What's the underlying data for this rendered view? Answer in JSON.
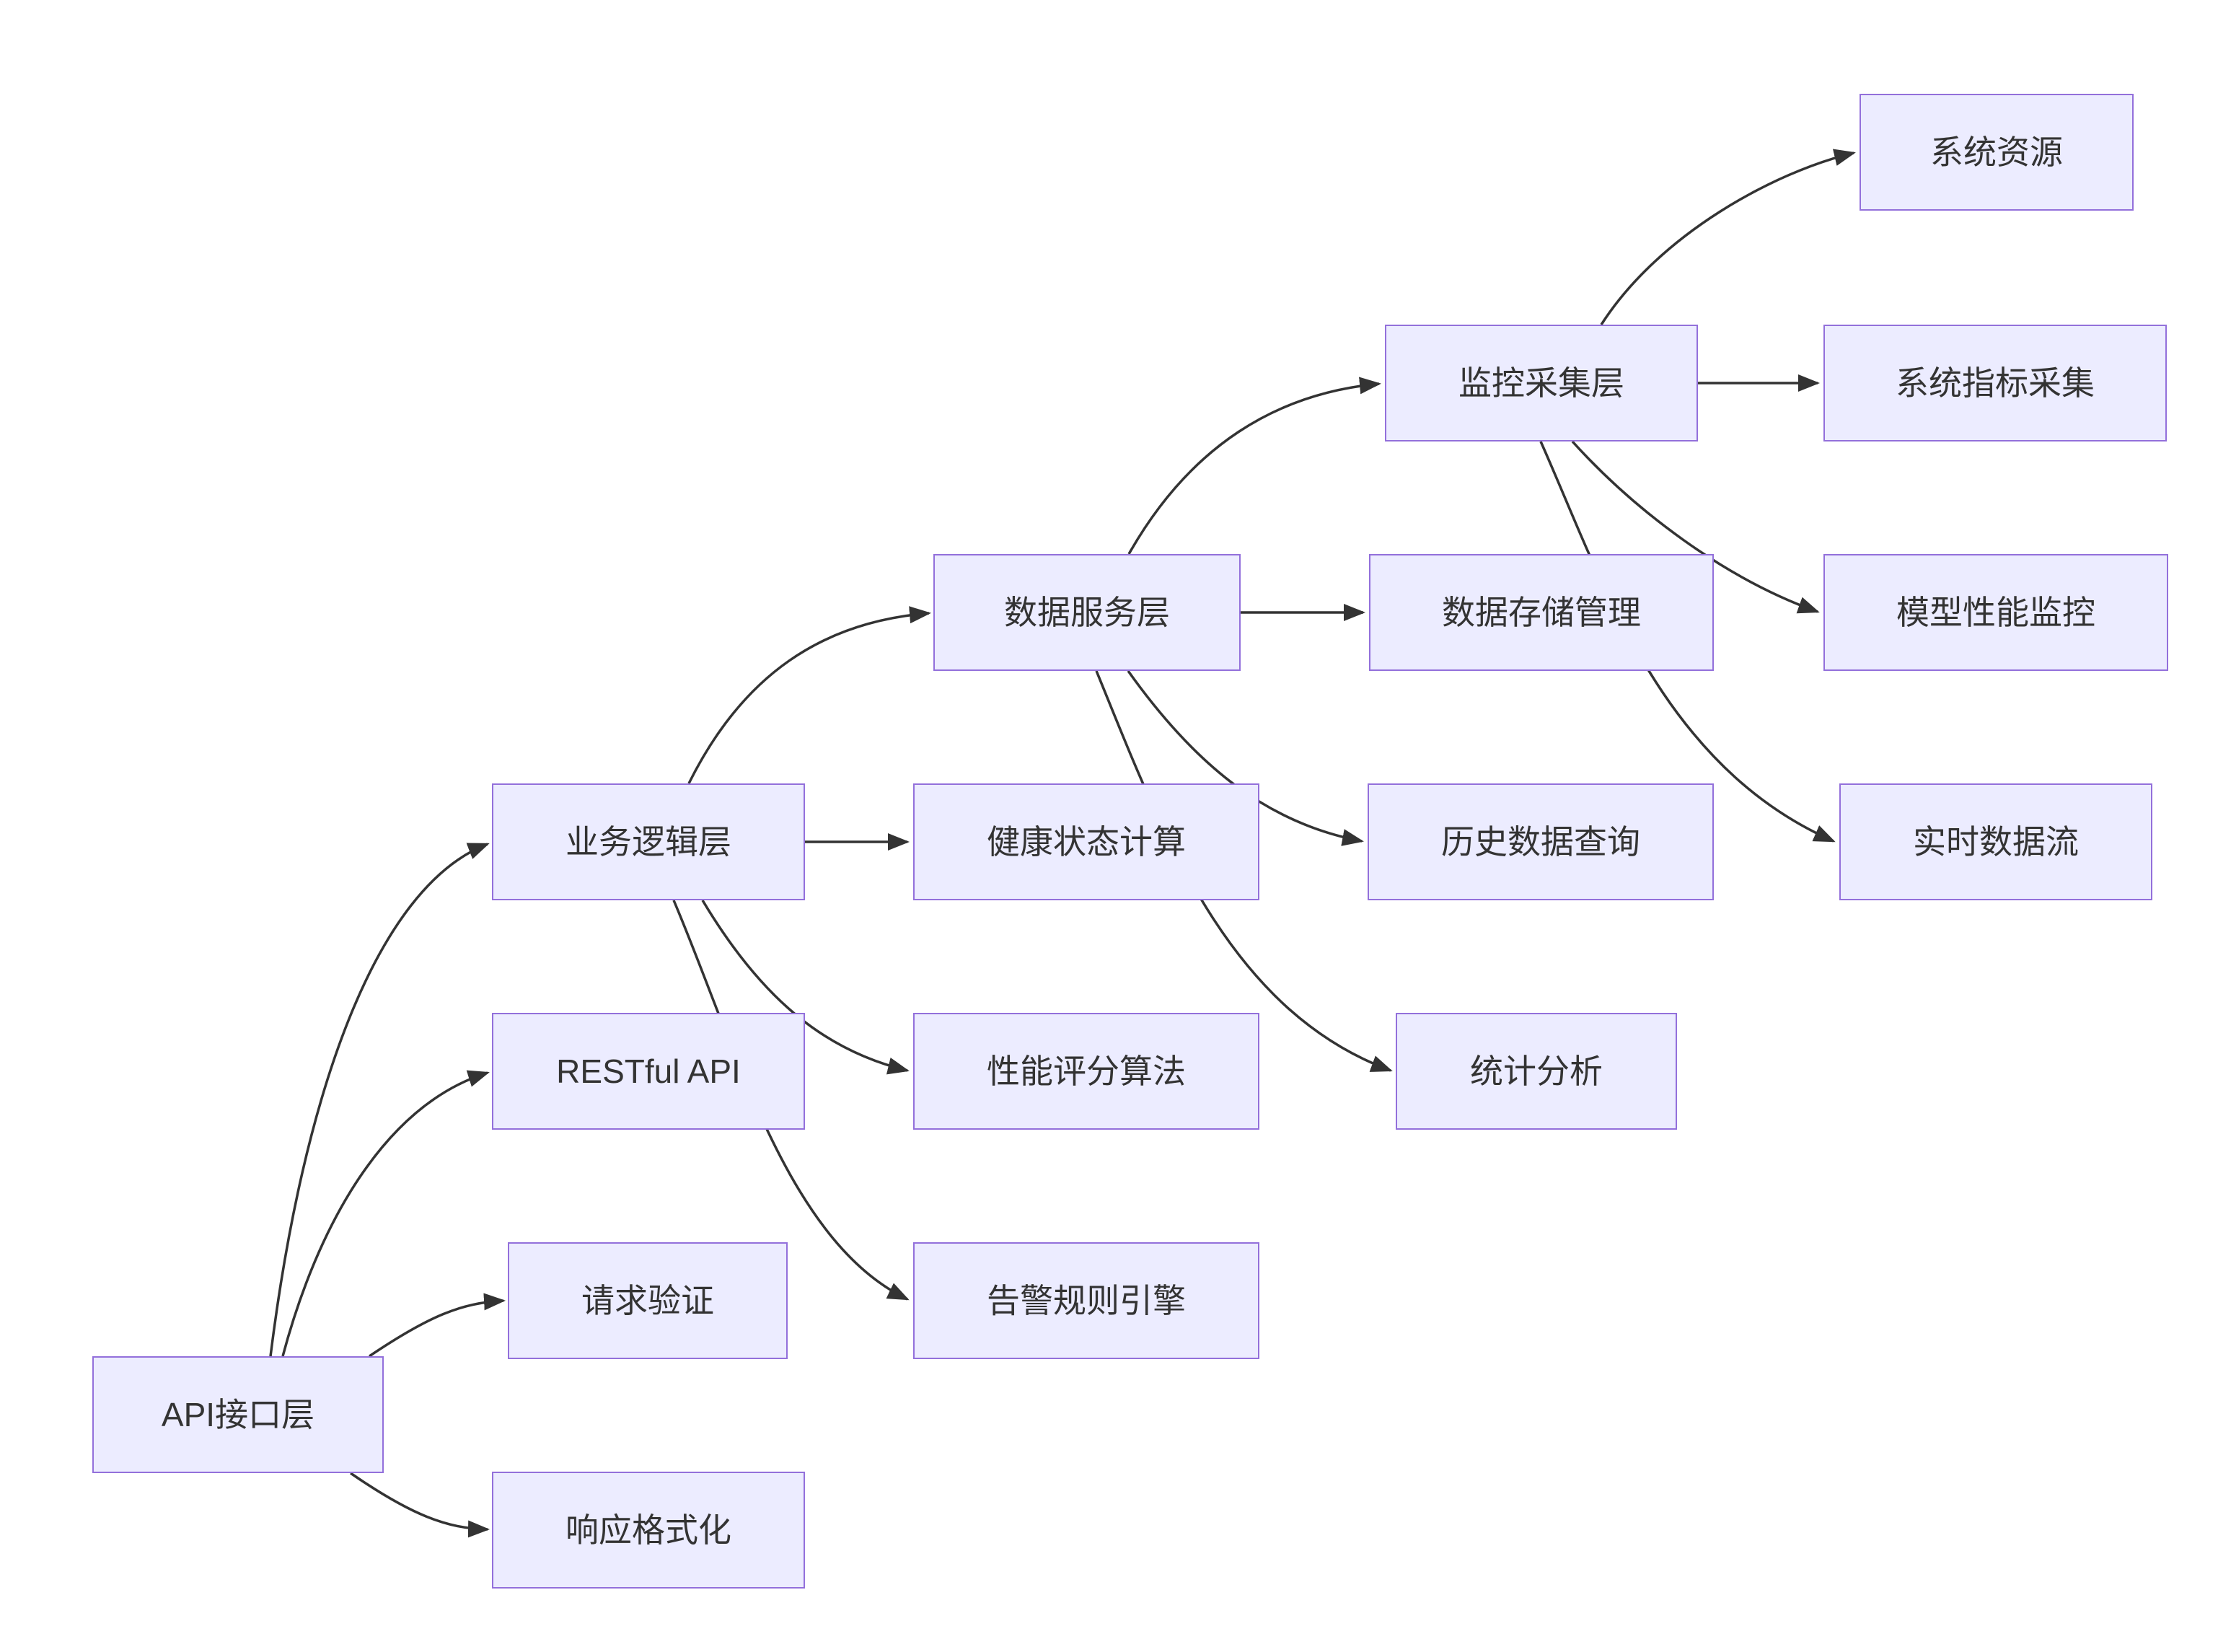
{
  "diagram": {
    "type": "flowchart",
    "colors": {
      "node_fill": "#ECECFF",
      "node_border": "#9370DB",
      "edge": "#333333",
      "text": "#333333",
      "background": "#FFFFFF"
    },
    "nodes": [
      {
        "id": "api-layer",
        "label": "API接口层"
      },
      {
        "id": "business-logic-layer",
        "label": "业务逻辑层"
      },
      {
        "id": "restful-api",
        "label": "RESTful API"
      },
      {
        "id": "request-validation",
        "label": "请求验证"
      },
      {
        "id": "response-formatting",
        "label": "响应格式化"
      },
      {
        "id": "data-service-layer",
        "label": "数据服务层"
      },
      {
        "id": "health-status-calc",
        "label": "健康状态计算"
      },
      {
        "id": "performance-scoring",
        "label": "性能评分算法"
      },
      {
        "id": "alert-rule-engine",
        "label": "告警规则引擎"
      },
      {
        "id": "monitoring-collection-layer",
        "label": "监控采集层"
      },
      {
        "id": "data-storage-management",
        "label": "数据存储管理"
      },
      {
        "id": "history-data-query",
        "label": "历史数据查询"
      },
      {
        "id": "statistical-analysis",
        "label": "统计分析"
      },
      {
        "id": "system-resources",
        "label": "系统资源"
      },
      {
        "id": "system-metrics-collection",
        "label": "系统指标采集"
      },
      {
        "id": "model-performance-monitoring",
        "label": "模型性能监控"
      },
      {
        "id": "realtime-data-stream",
        "label": "实时数据流"
      }
    ],
    "edges": [
      {
        "from": "api-layer",
        "to": "business-logic-layer"
      },
      {
        "from": "api-layer",
        "to": "restful-api"
      },
      {
        "from": "api-layer",
        "to": "request-validation"
      },
      {
        "from": "api-layer",
        "to": "response-formatting"
      },
      {
        "from": "business-logic-layer",
        "to": "data-service-layer"
      },
      {
        "from": "business-logic-layer",
        "to": "health-status-calc"
      },
      {
        "from": "business-logic-layer",
        "to": "performance-scoring"
      },
      {
        "from": "business-logic-layer",
        "to": "alert-rule-engine"
      },
      {
        "from": "data-service-layer",
        "to": "monitoring-collection-layer"
      },
      {
        "from": "data-service-layer",
        "to": "data-storage-management"
      },
      {
        "from": "data-service-layer",
        "to": "history-data-query"
      },
      {
        "from": "data-service-layer",
        "to": "statistical-analysis"
      },
      {
        "from": "monitoring-collection-layer",
        "to": "system-resources"
      },
      {
        "from": "monitoring-collection-layer",
        "to": "system-metrics-collection"
      },
      {
        "from": "monitoring-collection-layer",
        "to": "model-performance-monitoring"
      },
      {
        "from": "monitoring-collection-layer",
        "to": "realtime-data-stream"
      }
    ]
  }
}
